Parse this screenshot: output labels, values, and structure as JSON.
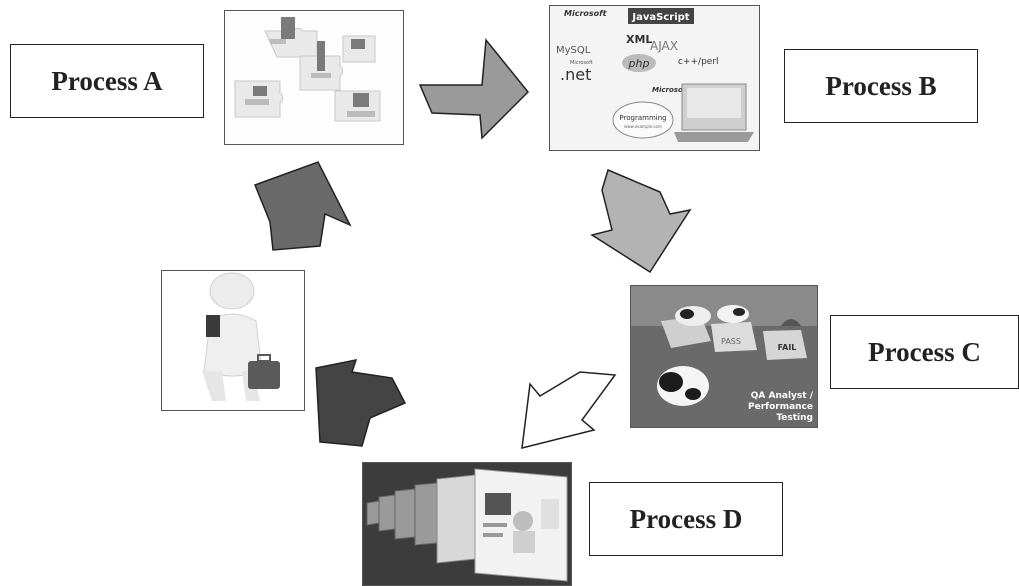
{
  "processes": {
    "a": {
      "label": "Process A"
    },
    "b": {
      "label": "Process B"
    },
    "c": {
      "label": "Process C"
    },
    "d": {
      "label": "Process D"
    }
  },
  "image_b_text": {
    "microsoft_top": "Microsoft",
    "javascript": "JavaScript",
    "xml": "XML",
    "ajax": "AJAX",
    "mysql": "MySQL",
    "php": "php",
    "cplusplus_perl": "c++/perl",
    "microsoft_net": "Microsoft",
    "net": ".net",
    "microsoft_mid": "Microsoft",
    "programming": "Programming",
    "programming_url": "www.example.com"
  },
  "image_c_text": {
    "fail": "FAIL",
    "pass": "PASS",
    "caption_line1": "QA Analyst /",
    "caption_line2": "Performance",
    "caption_line3": "Testing"
  },
  "colors": {
    "arrow_ab": "#9a9a9a",
    "arrow_bc": "#b3b3b3",
    "arrow_cd": "#ffffff",
    "arrow_de": "#444444",
    "arrow_ea": "#6a6a6a",
    "outline": "#222222"
  },
  "icons": [
    "puzzle-network-icon",
    "web-technologies-collage",
    "cow-qa-photo",
    "website-pages-collage",
    "figure-with-suitcase-icon"
  ]
}
